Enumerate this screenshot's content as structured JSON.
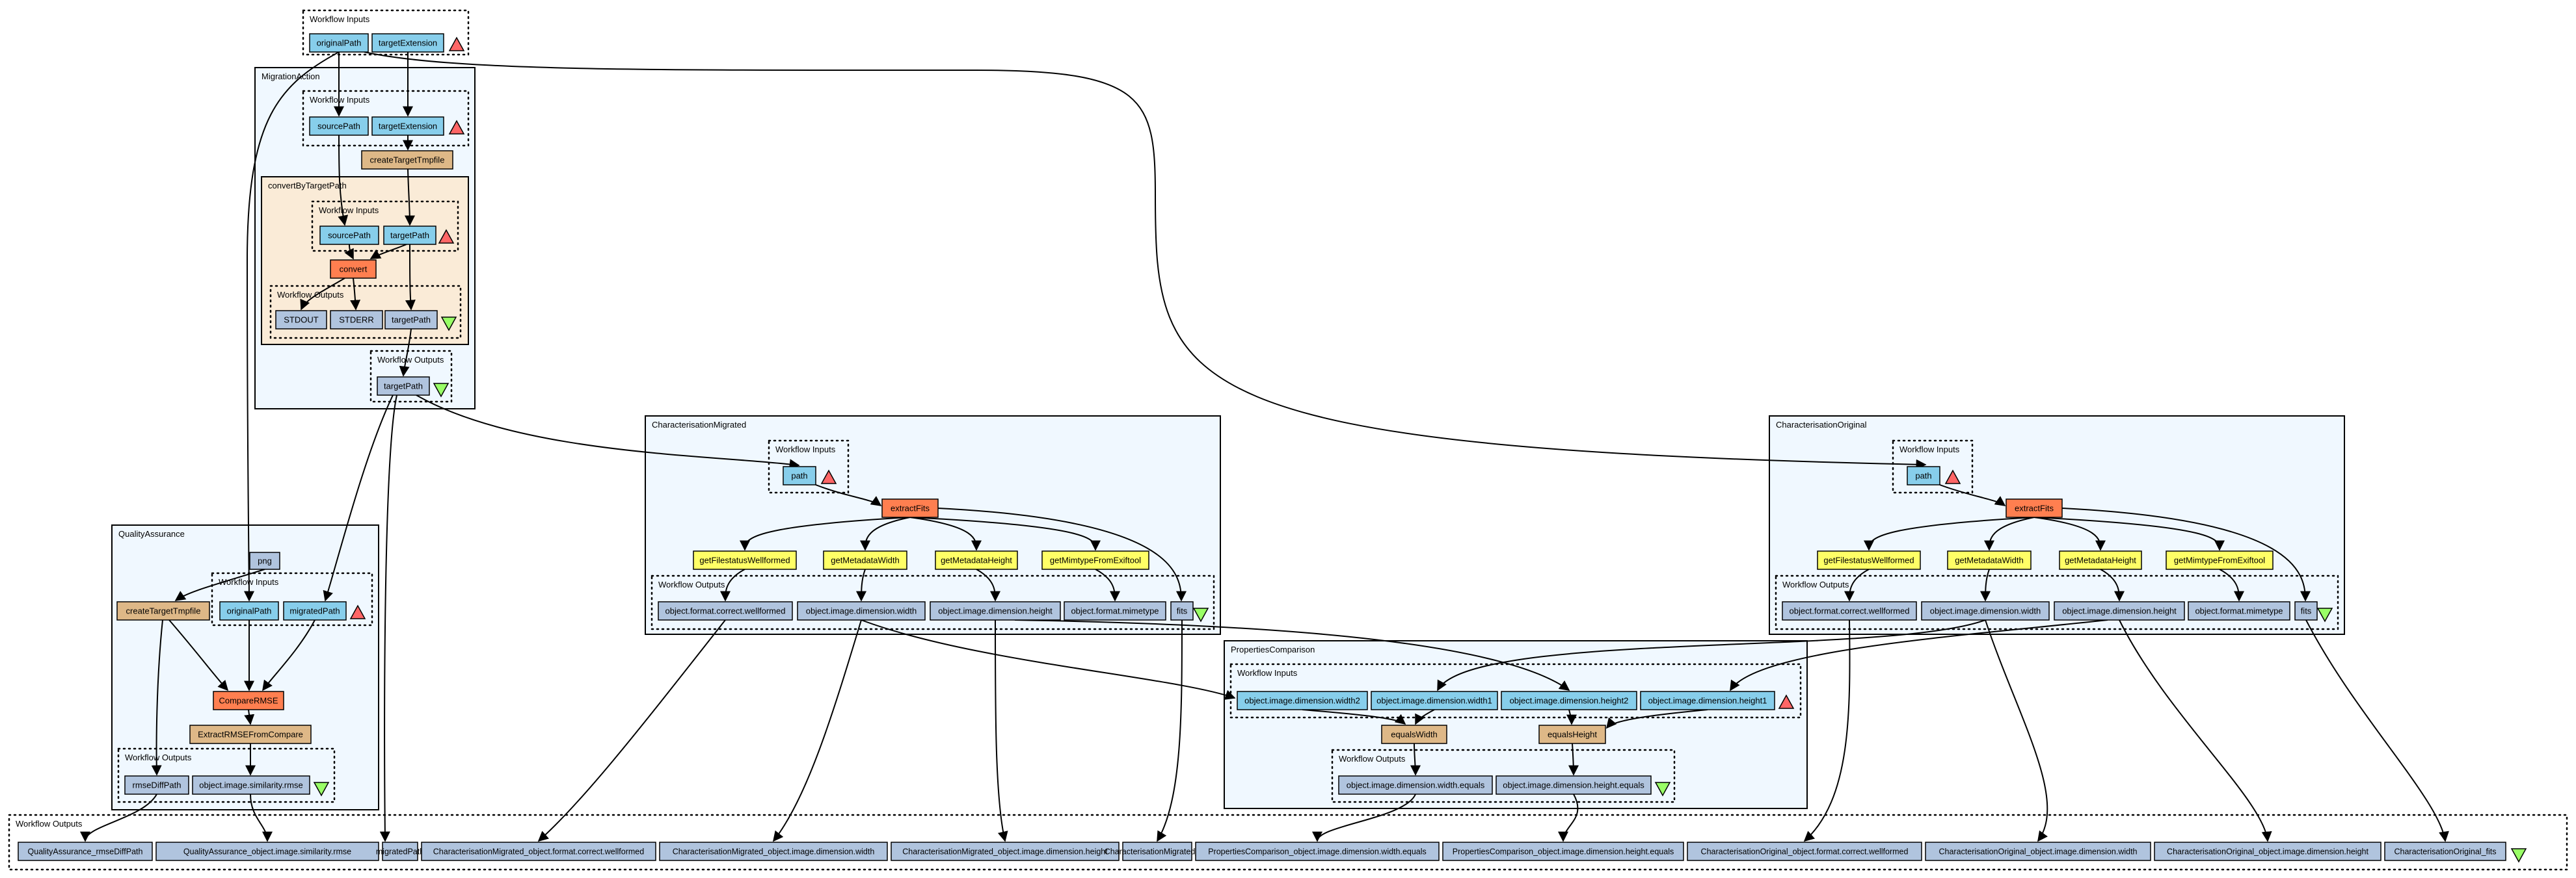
{
  "colors": {
    "port_input": "#87ceeb",
    "port_output": "#b0c4de",
    "cluster_bg": "#f0f8ff",
    "cluster_nested_bg": "#faebd7",
    "processor_bean": "#deb887",
    "processor_local": "#ff7f50",
    "processor_xpath": "#ffff66",
    "port_input_marker": "#ff6666",
    "port_output_marker": "#99ff66",
    "line": "#000000"
  },
  "icons": {
    "input_marker": "triangle-up-icon",
    "output_marker": "triangle-down-icon"
  },
  "labels": {
    "workflow_inputs": "Workflow Inputs",
    "workflow_outputs": "Workflow Outputs"
  },
  "clusters": {
    "migration_action": "MigrationAction",
    "convert_by_target_path": "convertByTargetPath",
    "characterisation_migrated": "CharacterisationMigrated",
    "characterisation_original": "CharacterisationOriginal",
    "quality_assurance": "QualityAssurance",
    "properties_comparison": "PropertiesComparison"
  },
  "top_inputs": {
    "original_path": "originalPath",
    "target_extension": "targetExtension"
  },
  "migration_action": {
    "source_path": "sourcePath",
    "target_extension": "targetExtension",
    "create_target_tmpfile": "createTargetTmpfile",
    "output_target_path": "targetPath"
  },
  "convert_by_target_path": {
    "source_path": "sourcePath",
    "target_path": "targetPath",
    "convert": "convert",
    "stdout": "STDOUT",
    "stderr": "STDERR",
    "out_target_path": "targetPath"
  },
  "characterisation_migrated": {
    "path": "path",
    "extract_fits": "extractFits",
    "processors": [
      "getFilestatusWellformed",
      "getMetadataWidth",
      "getMetadataHeight",
      "getMimtypeFromExiftool"
    ],
    "outputs": [
      "object.format.correct.wellformed",
      "object.image.dimension.width",
      "object.image.dimension.height",
      "object.format.mimetype",
      "fits"
    ]
  },
  "characterisation_original": {
    "path": "path",
    "extract_fits": "extractFits",
    "processors": [
      "getFilestatusWellformed",
      "getMetadataWidth",
      "getMetadataHeight",
      "getMimtypeFromExiftool"
    ],
    "outputs": [
      "object.format.correct.wellformed",
      "object.image.dimension.width",
      "object.image.dimension.height",
      "object.format.mimetype",
      "fits"
    ]
  },
  "quality_assurance": {
    "png": "png",
    "create_target_tmpfile": "createTargetTmpfile",
    "original_path": "originalPath",
    "migrated_path": "migratedPath",
    "compare_rmse": "CompareRMSE",
    "extract_rmse": "ExtractRMSEFromCompare",
    "rmse_diff_path": "rmseDiffPath",
    "similarity_rmse": "object.image.similarity.rmse"
  },
  "properties_comparison": {
    "inputs": [
      "object.image.dimension.width2",
      "object.image.dimension.width1",
      "object.image.dimension.height2",
      "object.image.dimension.height1"
    ],
    "equals_width": "equalsWidth",
    "equals_height": "equalsHeight",
    "outputs": [
      "object.image.dimension.width.equals",
      "object.image.dimension.height.equals"
    ]
  },
  "bottom_outputs": [
    "QualityAssurance_rmseDiffPath",
    "QualityAssurance_object.image.similarity.rmse",
    "migratedPath",
    "CharacterisationMigrated_object.format.correct.wellformed",
    "CharacterisationMigrated_object.image.dimension.width",
    "CharacterisationMigrated_object.image.dimension.height",
    "CharacterisationMigrated_fits",
    "PropertiesComparison_object.image.dimension.width.equals",
    "PropertiesComparison_object.image.dimension.height.equals",
    "CharacterisationOriginal_object.format.correct.wellformed",
    "CharacterisationOriginal_object.image.dimension.width",
    "CharacterisationOriginal_object.image.dimension.height",
    "CharacterisationOriginal_fits"
  ]
}
